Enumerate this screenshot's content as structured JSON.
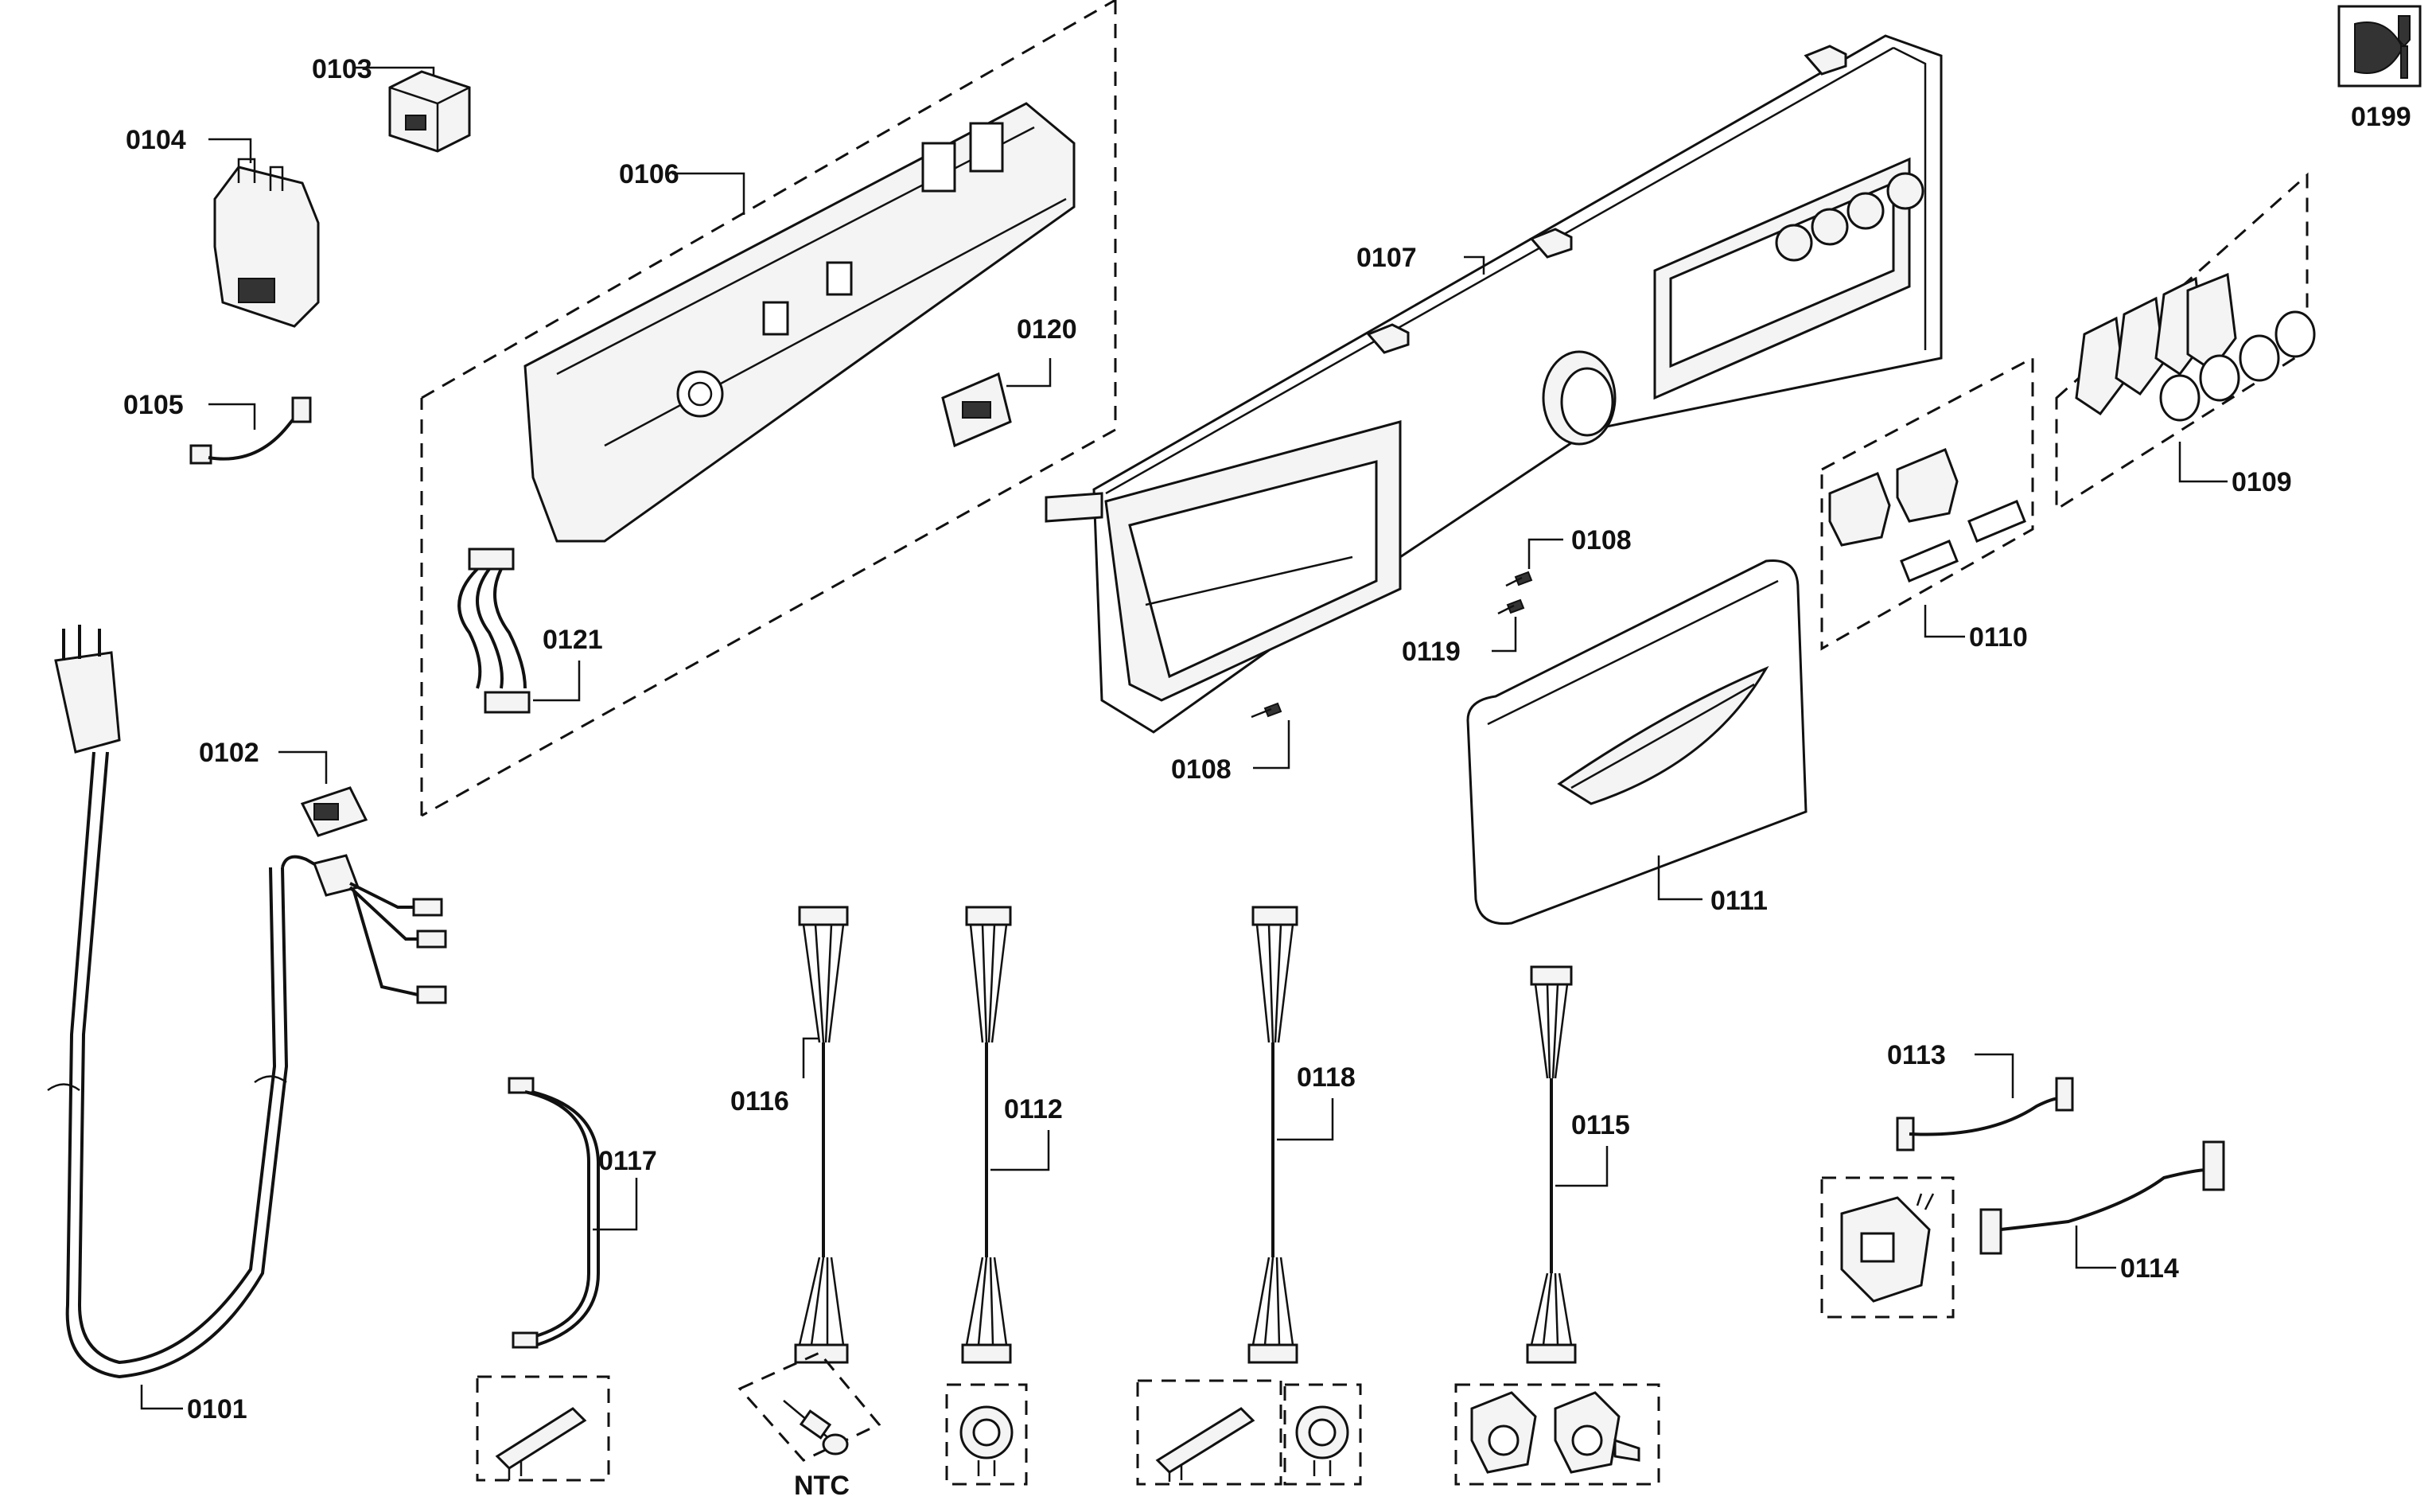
{
  "labels": {
    "p0101": "0101",
    "p0102": "0102",
    "p0103": "0103",
    "p0104": "0104",
    "p0105": "0105",
    "p0106": "0106",
    "p0107": "0107",
    "p0108a": "0108",
    "p0108b": "0108",
    "p0109": "0109",
    "p0110": "0110",
    "p0111": "0111",
    "p0112": "0112",
    "p0113": "0113",
    "p0114": "0114",
    "p0115": "0115",
    "p0116": "0116",
    "p0117": "0117",
    "p0118": "0118",
    "p0119": "0119",
    "p0120": "0120",
    "p0121": "0121",
    "p0199": "0199",
    "ntc": "NTC"
  }
}
